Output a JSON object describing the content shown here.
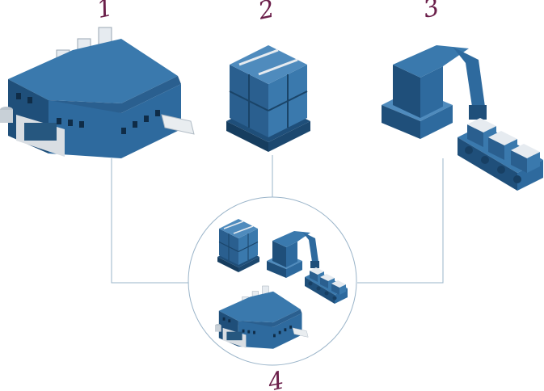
{
  "labels": {
    "step1": "1",
    "step2": "2",
    "step3": "3",
    "step4": "4"
  },
  "colors": {
    "primary": "#2e6a9e",
    "dark": "#1f4f7a",
    "light": "#4f8bbd",
    "roof": "#3a79ad",
    "line": "#9ab4c9",
    "label": "#6b1f4a"
  },
  "icons": {
    "step1": "factory-icon",
    "step2": "pallet-boxes-icon",
    "step3": "robot-arm-conveyor-icon",
    "step4": "combined-cycle-icon"
  }
}
